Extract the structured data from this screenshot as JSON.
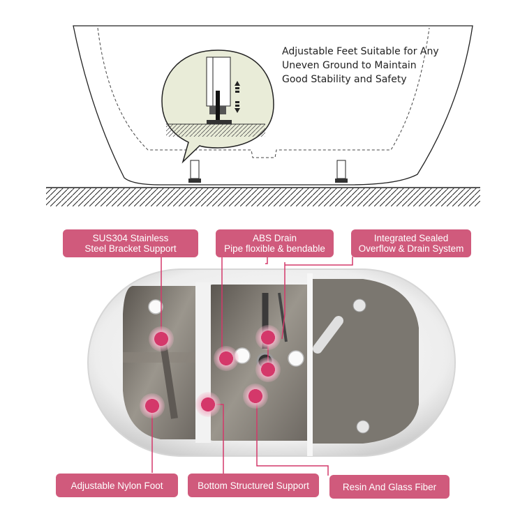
{
  "feet_caption": {
    "line1": "Adjustable Feet Suitable for Any",
    "line2": "Uneven Ground to Maintain",
    "line3": "Good Stability and Safety"
  },
  "labels": {
    "bracket": {
      "line1": "SUS304 Stainless",
      "line2": "Steel Bracket Support"
    },
    "drain": {
      "line1": "ABS Drain",
      "line2": "Pipe floxible & bendable"
    },
    "overflow": {
      "line1": "Integrated Sealed",
      "line2": "Overflow & Drain System"
    },
    "nylon_foot": {
      "line1": "Adjustable Nylon Foot"
    },
    "structured": {
      "line1": "Bottom Structured Support"
    },
    "resin": {
      "line1": "Resin And Glass Fiber"
    }
  },
  "colors": {
    "accent": "#d05a7c",
    "bubble_fill": "#e9ecd8",
    "tub_white": "#f4f4f4",
    "cavity": "#8f8a82"
  }
}
